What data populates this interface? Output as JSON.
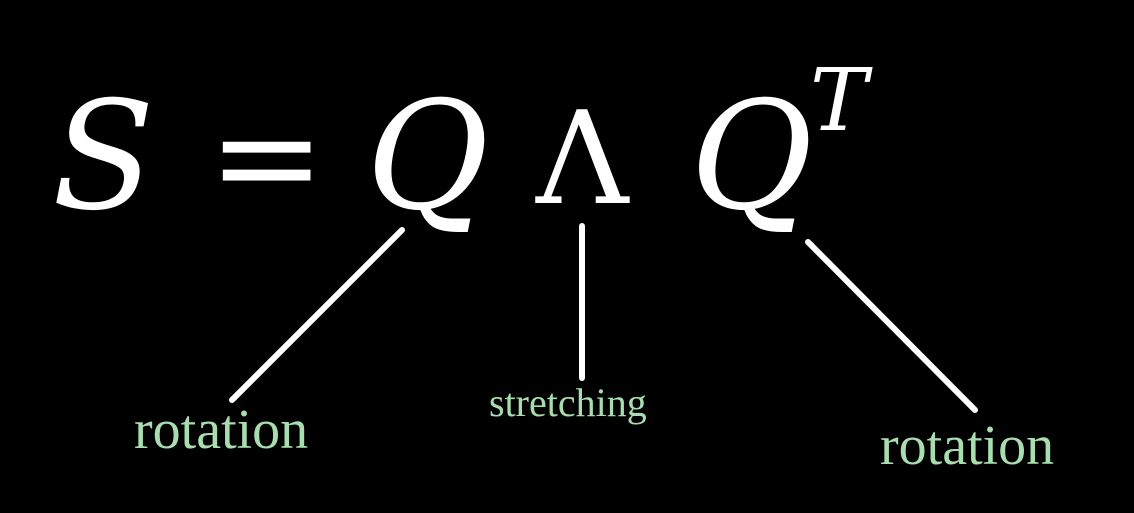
{
  "equation": {
    "lhs": "S",
    "equals": "=",
    "factor1": "Q",
    "factor2": "Λ",
    "factor3": "Q",
    "factor3_superscript": "T"
  },
  "labels": {
    "left": "rotation",
    "middle": "stretching",
    "right": "rotation"
  },
  "colors": {
    "background": "#000000",
    "symbols": "#ffffff",
    "connectors": "#ffffff",
    "labels": "#a8ddb0"
  }
}
